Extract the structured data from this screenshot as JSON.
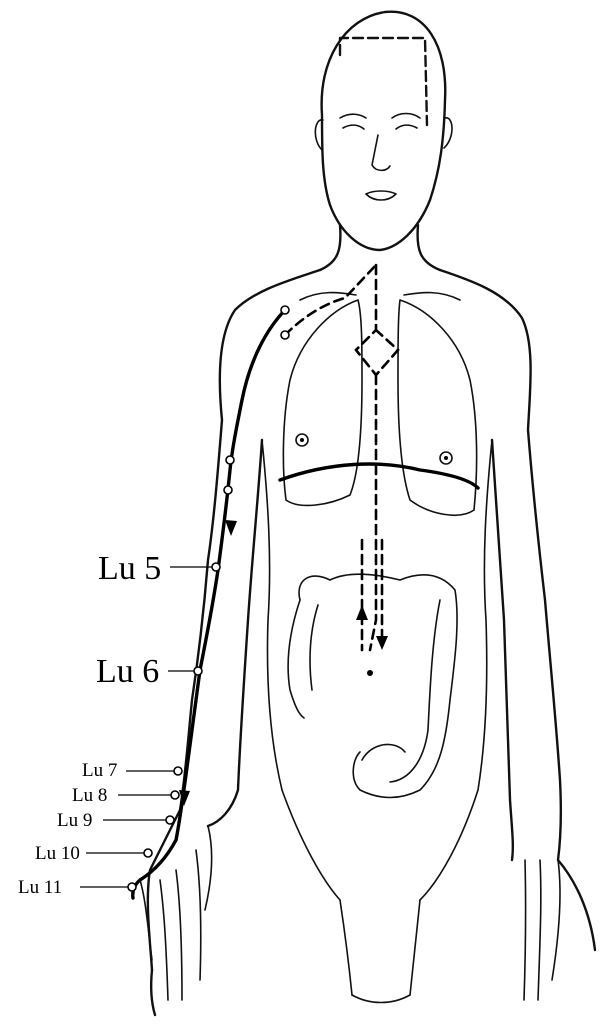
{
  "labels": {
    "lu5": "Lu 5",
    "lu6": "Lu 6",
    "lu7": "Lu 7",
    "lu8": "Lu 8",
    "lu9": "Lu 9",
    "lu10": "Lu 10",
    "lu11": "Lu 11"
  },
  "colors": {
    "line": "#000000",
    "background": "#ffffff"
  }
}
